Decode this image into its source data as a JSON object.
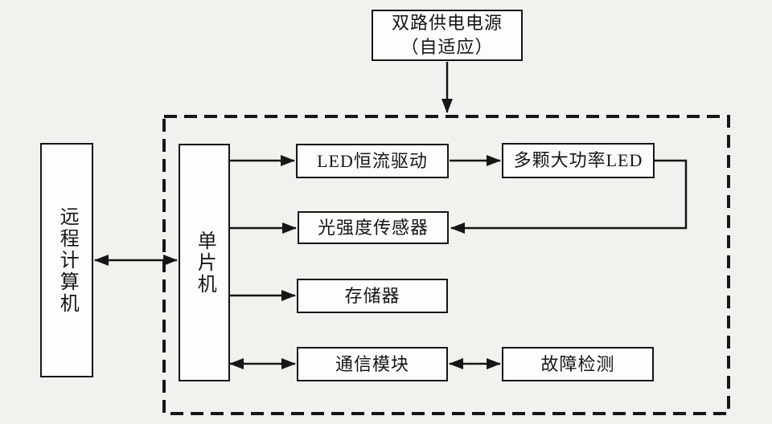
{
  "diagram": {
    "title_hint": "dual-supply LED control system block diagram",
    "nodes": {
      "power": {
        "line1": "双路供电电源",
        "line2": "（自适应）"
      },
      "remote_computer": {
        "label": "远程计算机"
      },
      "mcu": {
        "label": "单片机"
      },
      "led_driver": {
        "label": "LED恒流驱动"
      },
      "high_power_led": {
        "label": "多颗大功率LED"
      },
      "light_sensor": {
        "label": "光强度传感器"
      },
      "memory": {
        "label": "存储器"
      },
      "comm_module": {
        "label": "通信模块"
      },
      "fault_detection": {
        "label": "故障检测"
      }
    },
    "connectors": [
      {
        "name": "power-to-system",
        "from": "power",
        "to": "dashed-container",
        "direction": "down",
        "bidirectional": false
      },
      {
        "name": "remote-computer-mcu",
        "from": "remote_computer",
        "to": "mcu",
        "bidirectional": true
      },
      {
        "name": "mcu-to-led-driver",
        "from": "mcu",
        "to": "led_driver",
        "bidirectional": false
      },
      {
        "name": "led-driver-to-high-power-led",
        "from": "led_driver",
        "to": "high_power_led",
        "bidirectional": false
      },
      {
        "name": "high-power-led-to-light-sensor",
        "from": "high_power_led",
        "to": "light_sensor",
        "bidirectional": false,
        "route": "right-down-left"
      },
      {
        "name": "mcu-to-light-sensor",
        "from": "mcu",
        "to": "light_sensor",
        "bidirectional": false
      },
      {
        "name": "mcu-to-memory",
        "from": "mcu",
        "to": "memory",
        "bidirectional": false
      },
      {
        "name": "mcu-comm-module",
        "from": "mcu",
        "to": "comm_module",
        "bidirectional": true
      },
      {
        "name": "comm-module-fault-detection",
        "from": "comm_module",
        "to": "fault_detection",
        "bidirectional": true
      }
    ]
  },
  "colors": {
    "background": "#f1f1ee",
    "box_fill": "#fdfdfc",
    "line": "#161616"
  }
}
